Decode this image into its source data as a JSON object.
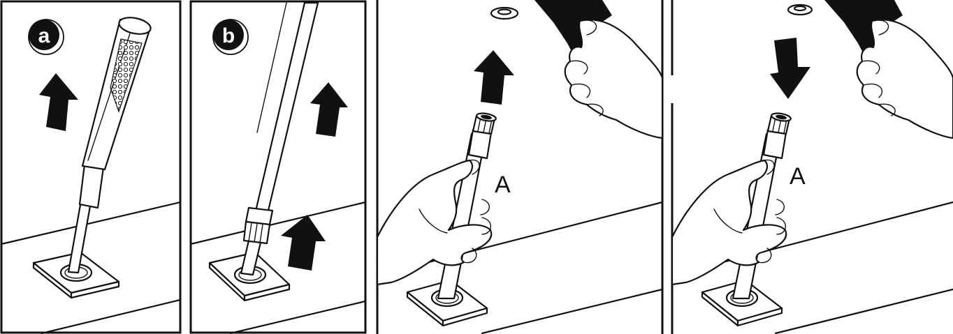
{
  "steps": {
    "a": {
      "badge": "a"
    },
    "b": {
      "badge": "b"
    },
    "c": {
      "label": "A"
    },
    "d": {
      "label": "A"
    }
  }
}
